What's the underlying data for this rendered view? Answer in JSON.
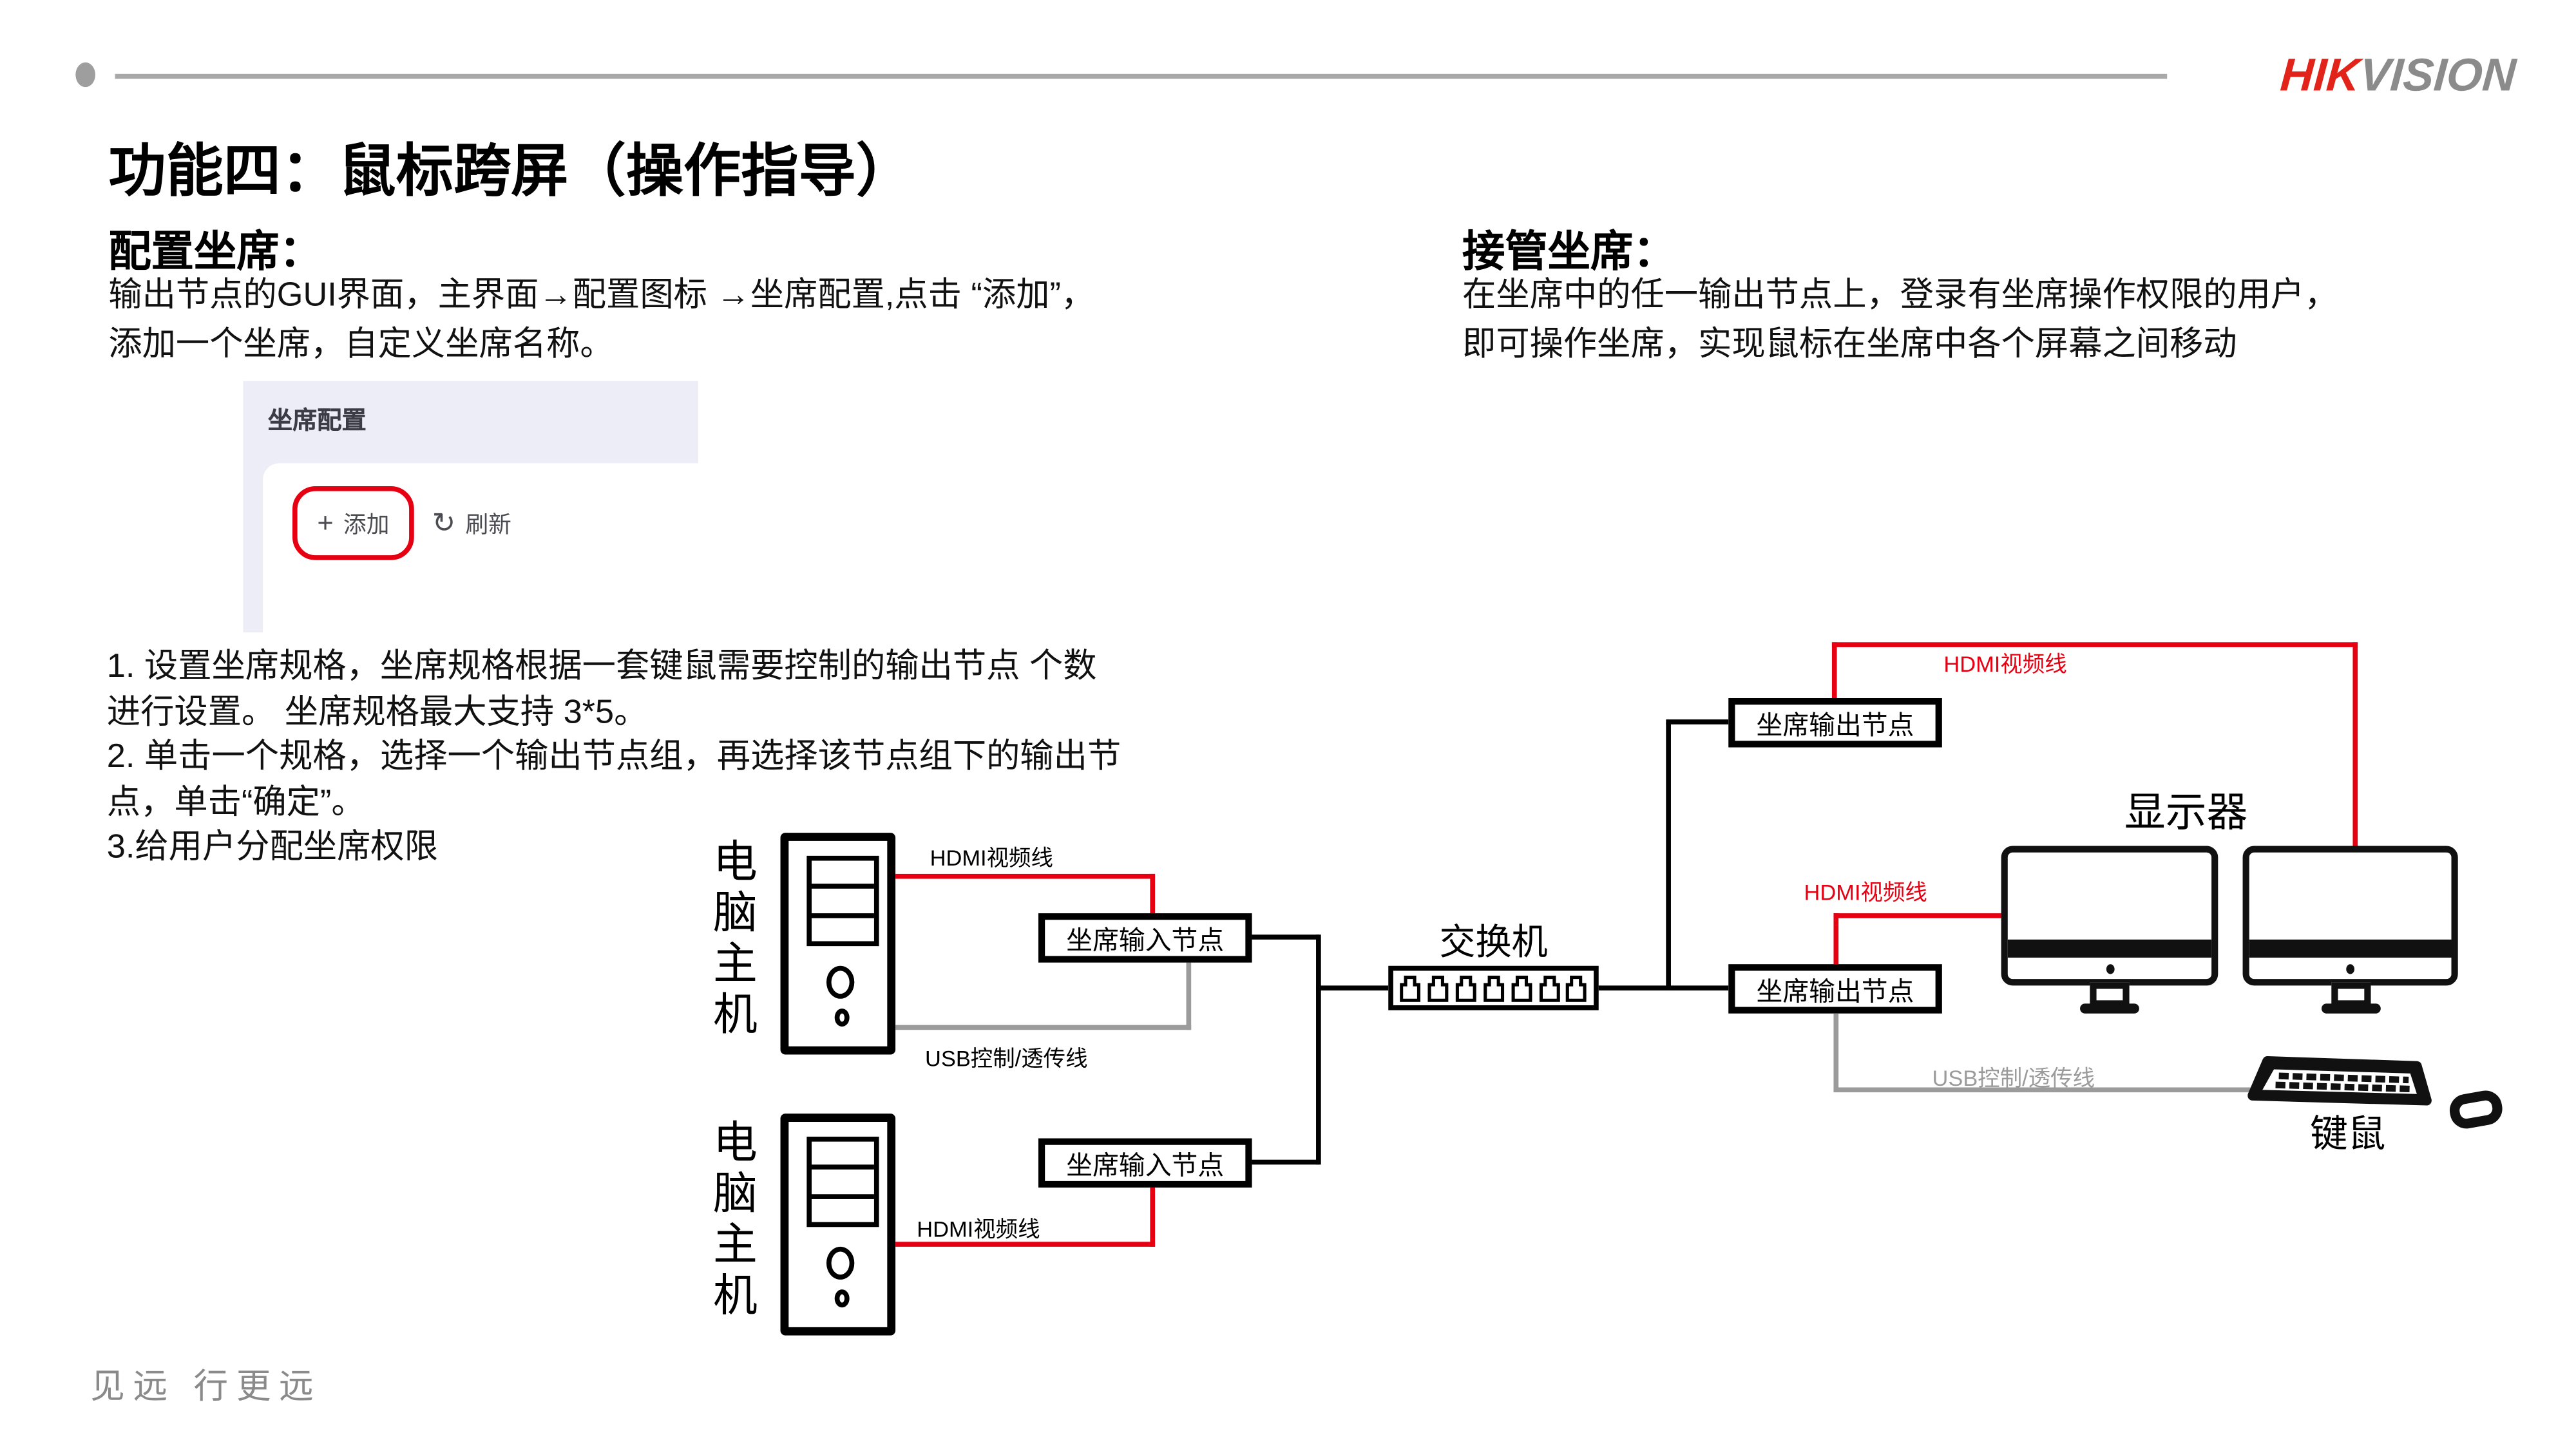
{
  "header": {
    "logo_hik": "HIK",
    "logo_vision": "VISION",
    "logo_hik_color": "#e2231a",
    "logo_vision_color": "#8b8b8b",
    "title": "功能四：鼠标跨屏（操作指导）"
  },
  "sections": {
    "configure": {
      "heading": "配置坐席：",
      "line1": "输出节点的GUI界面，主界面→配置图标 →坐席配置,点击 “添加”，",
      "line2": "添加一个坐席，自定义坐席名称。"
    },
    "takeover": {
      "heading": "接管坐席：",
      "line1": "在坐席中的任一输出节点上，登录有坐席操作权限的用户，",
      "line2": "即可操作坐席，实现鼠标在坐席中各个屏幕之间移动"
    }
  },
  "panel": {
    "title": "坐席配置",
    "plus": "+",
    "add_label": "添加",
    "refresh_icon": "↻",
    "refresh_label": "刷新",
    "highlight_color": "#e60012"
  },
  "steps": {
    "l1": "1. 设置坐席规格，坐席规格根据一套键鼠需要控制的输出节点 个数",
    "l2": "进行设置。 坐席规格最大支持 3*5。",
    "l3": "2. 单击一个规格，选择一个输出节点组，再选择该节点组下的输出节",
    "l4": "点，单击“确定”。",
    "l5": "3.给用户分配坐席权限"
  },
  "diagram": {
    "pc_label": "电脑主机",
    "input_node_label": "坐席输入节点",
    "output_node_label": "坐席输出节点",
    "switch_label": "交换机",
    "monitor_label": "显示器",
    "kb_mouse_label": "键鼠",
    "hdmi_cable_label": "HDMI视频线",
    "usb_cable_label": "USB控制/透传线",
    "colors": {
      "hdmi_red": "#e60012",
      "usb_gray": "#9b9b9b",
      "line_black": "#000000"
    }
  },
  "footer": {
    "slogan": "见远 行更远"
  }
}
